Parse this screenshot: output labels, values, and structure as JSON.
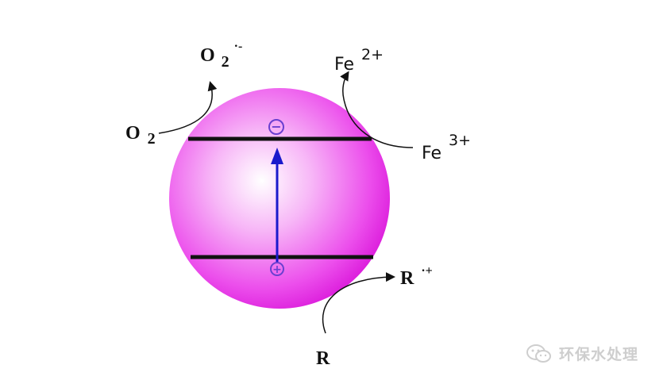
{
  "diagram": {
    "labels": {
      "o2": {
        "base": "O",
        "sub": "2"
      },
      "o2_radical": {
        "base": "O",
        "sub": "2",
        "sup": "·-"
      },
      "fe2": {
        "base": "Fe",
        "sup": "2+"
      },
      "fe3": {
        "base": "Fe",
        "sup": "3+"
      },
      "r": {
        "base": "R"
      },
      "r_radical": {
        "base": "R",
        "sup": "·+"
      }
    },
    "electron_symbol": "−",
    "hole_symbol": "+",
    "colors": {
      "sphere": "#e614e6",
      "band_line": "#111111",
      "arrow": "#1a1acc",
      "charge_circle": "#6a3fd0"
    }
  },
  "watermark": {
    "text": "环保水处理",
    "logo_icon": "wechat-logo-icon"
  }
}
